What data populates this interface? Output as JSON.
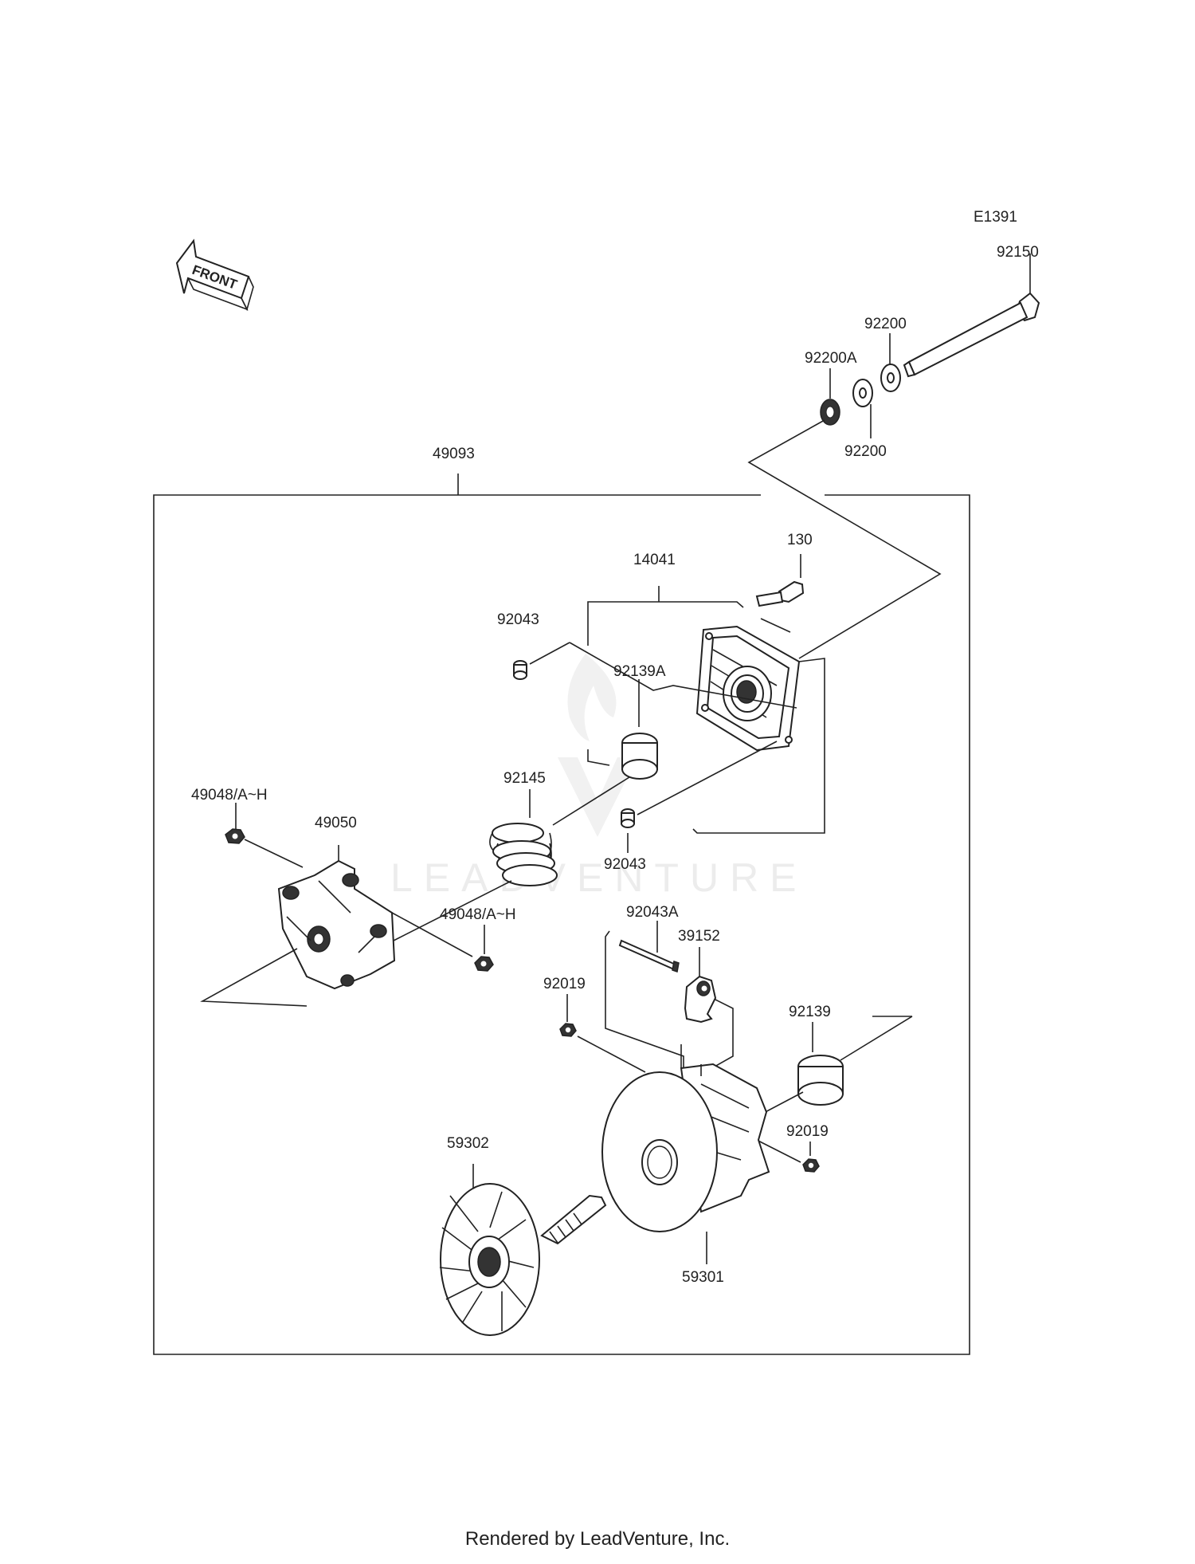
{
  "diagram": {
    "code": "E1391",
    "front_label": "FRONT",
    "watermark": "LEADVENTURE",
    "footer": "Rendered by LeadVenture, Inc.",
    "labels": {
      "p92150": "92150",
      "p92200_top": "92200",
      "p92200a": "92200A",
      "p92200_bot": "92200",
      "p49093": "49093",
      "p130": "130",
      "p14041": "14041",
      "p92043_top": "92043",
      "p92139a": "92139A",
      "p92145": "92145",
      "p49048_left": "49048/A~H",
      "p49050": "49050",
      "p92043_mid": "92043",
      "p49048_mid": "49048/A~H",
      "p92043a": "92043A",
      "p39152": "39152",
      "p92019_left": "92019",
      "p92139": "92139",
      "p92019_right": "92019",
      "p59302": "59302",
      "p59301": "59301"
    }
  }
}
